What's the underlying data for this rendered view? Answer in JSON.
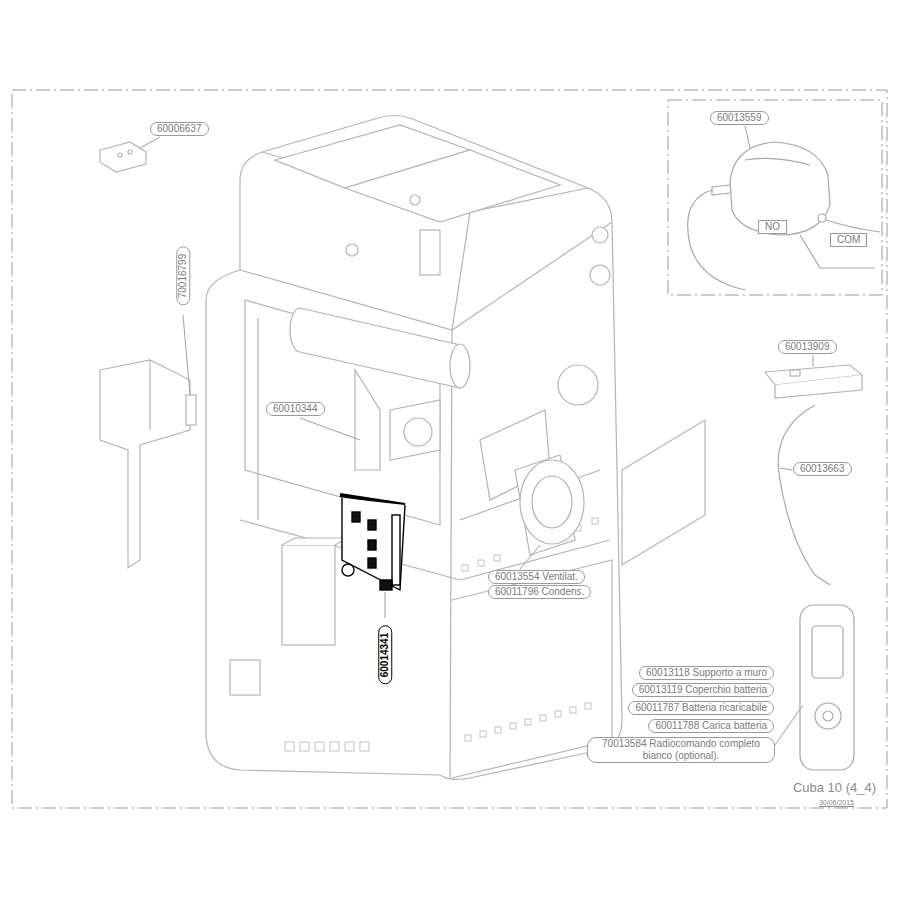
{
  "diagram": {
    "caption": "Cuba 10 (4_4)",
    "labels": [
      "60006637",
      "70016799",
      "60010344",
      "60014341",
      "60013559",
      "NO",
      "COM",
      "60013909",
      "60013663",
      "60013554 Ventilat.",
      "60011796 Condens.",
      "60013118 Supporto a muro",
      "60013119 Coperchio batteria",
      "60011787 Batteria ricaricabile",
      "60011788 Carica batteria",
      "70013584 Radiocomando completo bianco (optional).",
      "30/06/2015"
    ]
  }
}
